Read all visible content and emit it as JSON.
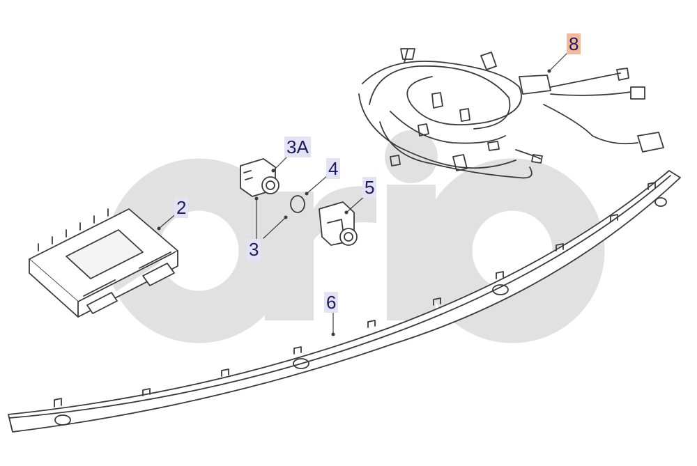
{
  "watermark": {
    "text": "orio",
    "color": "#dcdcdc"
  },
  "callouts": [
    {
      "id": "2",
      "label": "2",
      "highlighted": false
    },
    {
      "id": "3",
      "label": "3",
      "highlighted": false
    },
    {
      "id": "3A",
      "label": "3A",
      "highlighted": false
    },
    {
      "id": "4",
      "label": "4",
      "highlighted": false
    },
    {
      "id": "5",
      "label": "5",
      "highlighted": false
    },
    {
      "id": "6",
      "label": "6",
      "highlighted": false
    },
    {
      "id": "8",
      "label": "8",
      "highlighted": true
    }
  ],
  "colors": {
    "line": "#3a3a3a",
    "label_bg": "#e3e3f3",
    "highlight_bg": "#f6b89a",
    "label_text": "#1b1b5e"
  }
}
